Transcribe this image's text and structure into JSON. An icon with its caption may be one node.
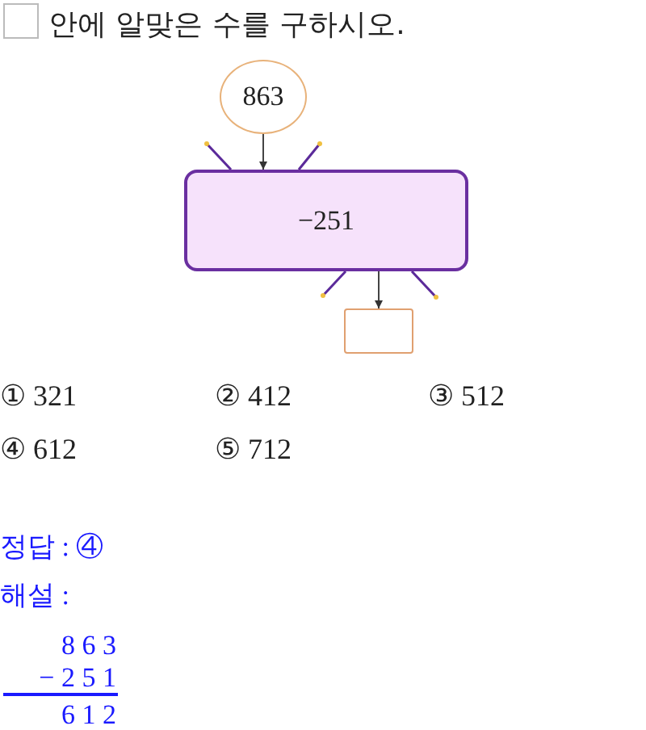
{
  "diagram": {
    "title": "안에 알맞은 수를 구하시오.",
    "nodes": [
      {
        "text": [
          "863"
        ]
      },
      {
        "text": [
          "−251"
        ]
      },
      {
        "text": [],
        "shape": "box"
      }
    ],
    "edges": [
      {
        "from": 0,
        "to": 1,
        "arrow": "to"
      },
      {
        "from": 1,
        "to": 2,
        "arrow": "to"
      }
    ],
    "labels": [
      "① 321",
      "② 412",
      "③ 512",
      "④ 612",
      "⑤ 712",
      "정답 : ④",
      "해설 :",
      "8 6 3",
      "− 2 5 1",
      "6 1 2"
    ]
  }
}
